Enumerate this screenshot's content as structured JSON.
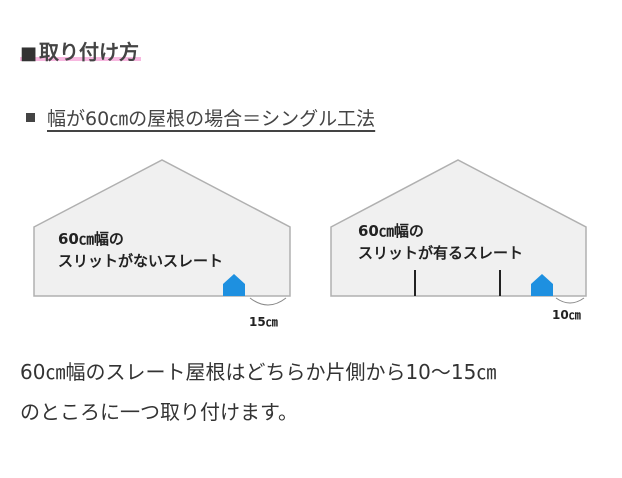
{
  "heading": {
    "marker": "■",
    "title": "取り付け方"
  },
  "subheading": {
    "marker_icon": "square-bullet-icon",
    "text": "幅が60㎝の屋根の場合＝シングル工法"
  },
  "diagram": {
    "left_house": {
      "label_line1": "60㎝幅の",
      "label_line2": "スリットがないスレート",
      "distance_label": "15㎝"
    },
    "right_house": {
      "label_line1": "60㎝幅の",
      "label_line2": "スリットが有るスレート",
      "distance_label": "10㎝"
    },
    "colors": {
      "house_fill": "#f0f0f0",
      "house_stroke": "#b0b0b0",
      "marker": "#1e90e0"
    }
  },
  "body": {
    "line1": "60㎝幅のスレート屋根はどちらか片側から10〜15㎝",
    "line2": "のところに一つ取り付けます。"
  }
}
